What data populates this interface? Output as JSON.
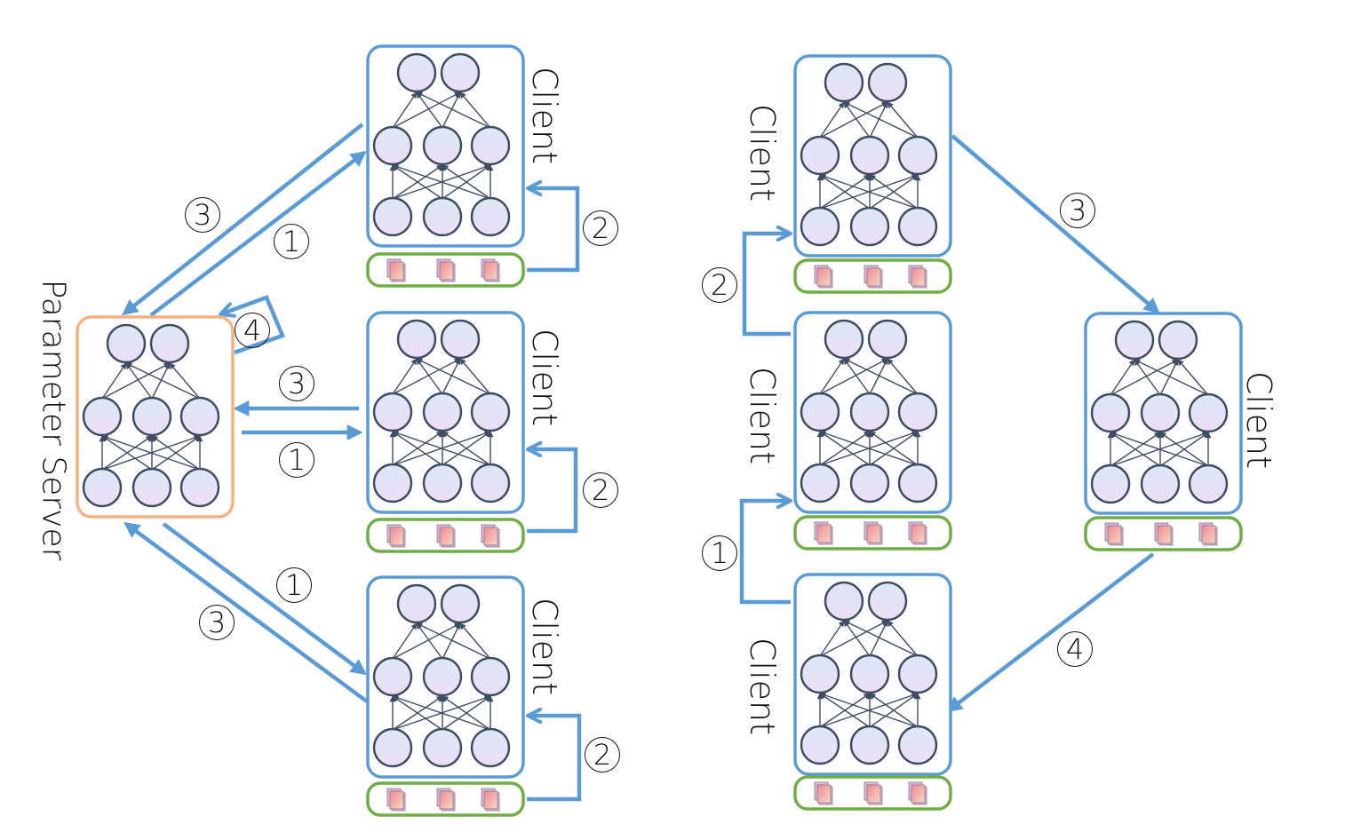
{
  "colors": {
    "client_border": "#5b9bd5",
    "server_border": "#f4b183",
    "data_border": "#70ad47",
    "arrow": "#5b9bd5",
    "node_fill_top": "#dde8f8",
    "node_fill_bottom": "#ecdff5",
    "node_stroke": "#3f4d63",
    "doc_back": "#d9b6e0",
    "doc_front_top": "#f08a94",
    "doc_front_bottom": "#f6d7c4"
  },
  "network": {
    "layers": [
      2,
      3,
      3
    ]
  },
  "left_panel": {
    "title": "Parameter Server",
    "server": {
      "label": "Parameter Server"
    },
    "clients": [
      {
        "label": "Client",
        "local_step": "2"
      },
      {
        "label": "Client",
        "local_step": "2"
      },
      {
        "label": "Client",
        "local_step": "2"
      }
    ],
    "steps": {
      "top_pull": "1",
      "top_push": "3",
      "mid_pull": "1",
      "mid_push": "3",
      "bot_pull": "1",
      "bot_push": "3",
      "server_update": "4"
    }
  },
  "right_panel": {
    "clients": [
      {
        "label": "Client"
      },
      {
        "label": "Client"
      },
      {
        "label": "Client"
      },
      {
        "label": "Client"
      }
    ],
    "steps": {
      "chain_1": "1",
      "chain_2": "2",
      "chain_3": "3",
      "chain_4": "4"
    }
  }
}
